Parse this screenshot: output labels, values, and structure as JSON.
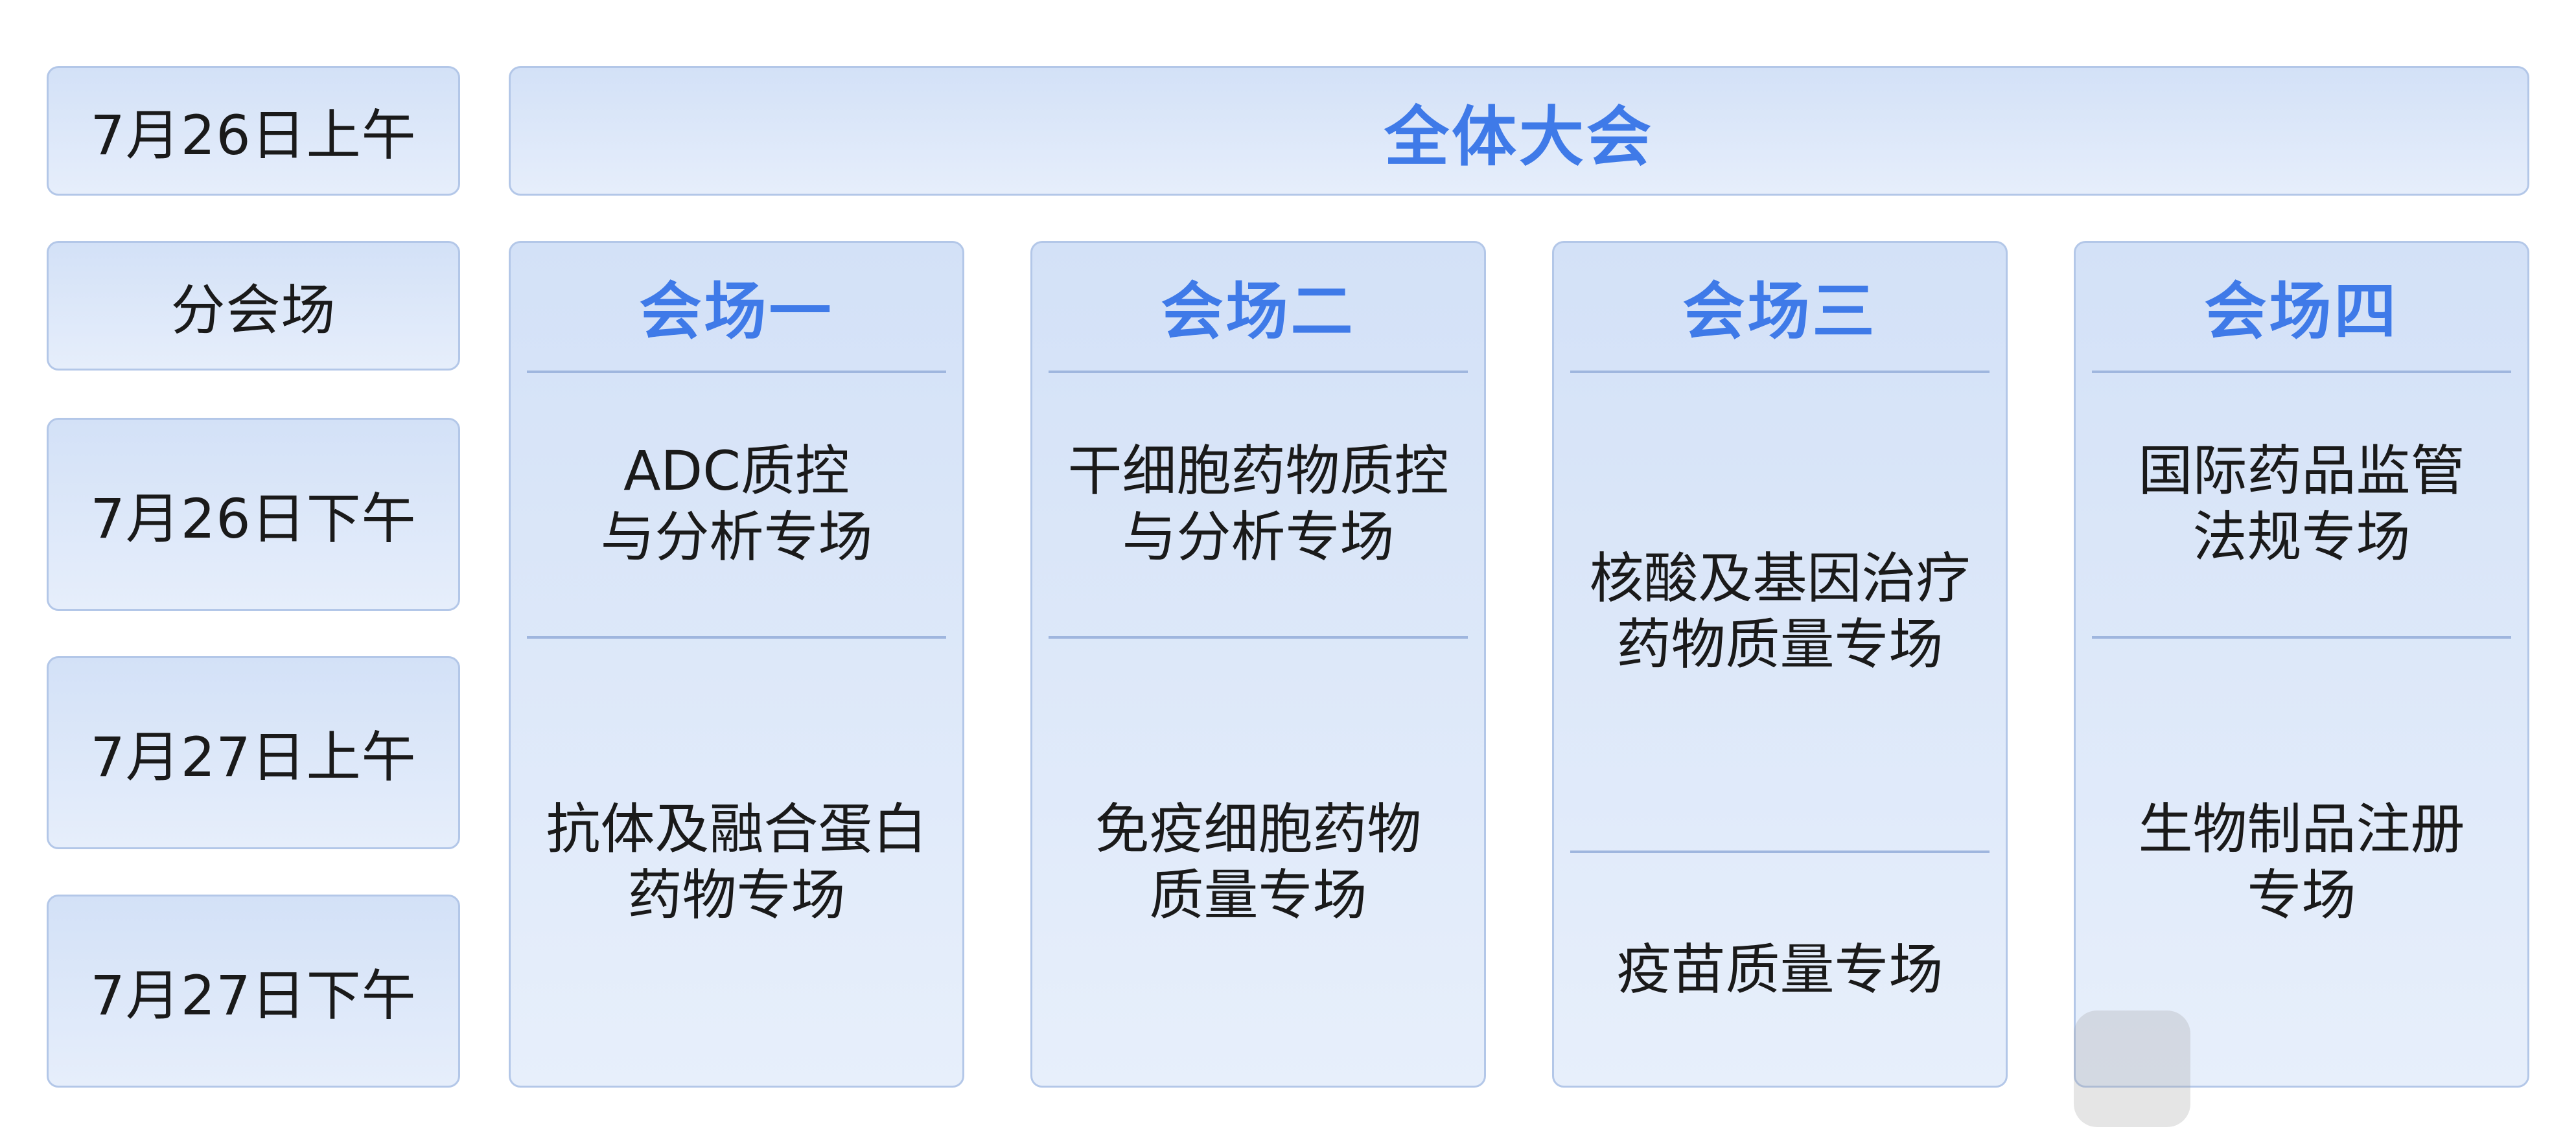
{
  "labels": {
    "jul26_am": "7月26日上午",
    "subvenue": "分会场",
    "jul26_pm": "7月26日下午",
    "jul27_am": "7月27日上午",
    "jul27_pm": "7月27日下午"
  },
  "plenary": "全体大会",
  "venues": [
    {
      "title": "会场一",
      "sessions": [
        "ADC质控\n与分析专场",
        "抗体及融合蛋白\n药物专场"
      ]
    },
    {
      "title": "会场二",
      "sessions": [
        "干细胞药物质控\n与分析专场",
        "免疫细胞药物\n质量专场"
      ]
    },
    {
      "title": "会场三",
      "sessions": [
        "核酸及基因治疗\n药物质量专场",
        "疫苗质量专场"
      ]
    },
    {
      "title": "会场四",
      "sessions": [
        "国际药品监管\n法规专场",
        "生物制品注册\n专场"
      ]
    }
  ],
  "colors": {
    "accent": "#3f7ae8",
    "border": "#b3c7e8",
    "fill_top": "#d3e1f7",
    "fill_bottom": "#e6eefb",
    "text": "#1a1a1a"
  }
}
